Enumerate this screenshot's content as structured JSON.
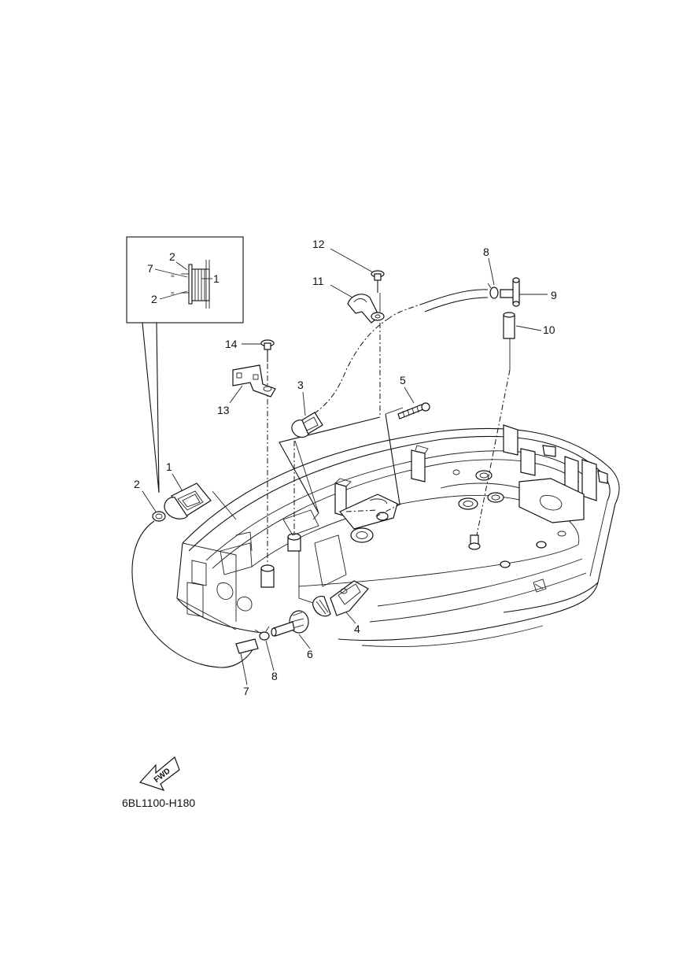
{
  "diagram": {
    "drawing_code": "6BL1100-H180",
    "forward_marker": "FWD",
    "callouts": {
      "c1": "1",
      "c2": "2",
      "c3": "3",
      "c4": "4",
      "c5": "5",
      "c6": "6",
      "c7": "7",
      "c8a": "8",
      "c8b": "8",
      "c9": "9",
      "c10": "10",
      "c11": "11",
      "c12": "12",
      "c13": "13",
      "c14": "14"
    },
    "inset": {
      "c1": "1",
      "c2a": "2",
      "c2b": "2",
      "c7": "7"
    }
  }
}
